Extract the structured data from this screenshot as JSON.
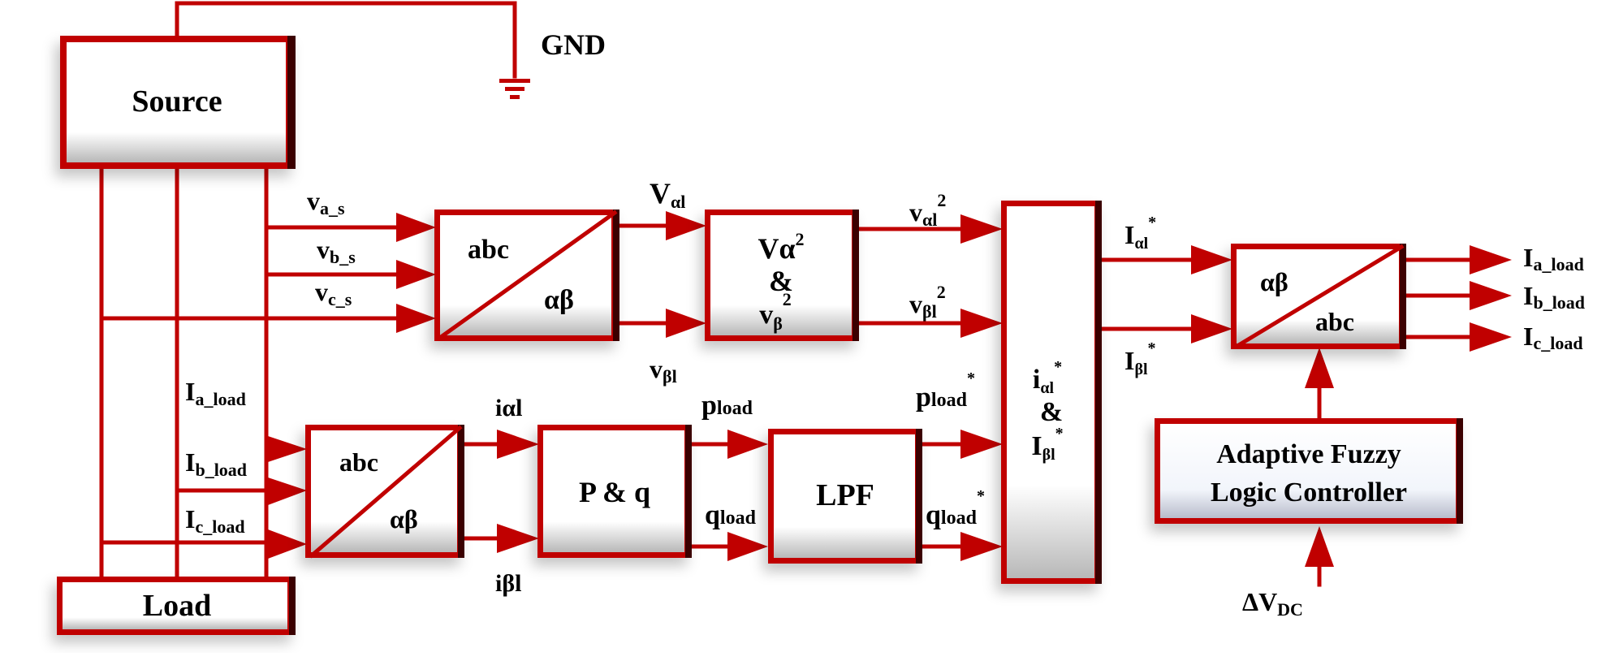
{
  "colors": {
    "wire": "#c00000",
    "block_border": "#c00000",
    "block_shadow": "#3a0000",
    "text": "#000000",
    "background": "#ffffff"
  },
  "blocks": {
    "source": {
      "label": "Source"
    },
    "load": {
      "label": "Load"
    },
    "abc_ab_voltage": {
      "top": "abc",
      "bottom": "αβ"
    },
    "v_square": {
      "line1": "Vα",
      "line1_sup": "2",
      "line2": "&",
      "line3": "v",
      "line3_sub": "β",
      "line3_sup": "2"
    },
    "abc_ab_current": {
      "top": "abc",
      "bottom": "αβ"
    },
    "pq": {
      "label": "P & q"
    },
    "lpf": {
      "label": "LPF"
    },
    "ref_current": {
      "line1": "i",
      "line1_sub": "αl",
      "line1_sup": "*",
      "line2": "&",
      "line3": "I",
      "line3_sub": "βl",
      "line3_sup": "*"
    },
    "ab_abc": {
      "top": "αβ",
      "bottom": "abc"
    },
    "fuzzy": {
      "line1": "Adaptive Fuzzy",
      "line2": "Logic Controller"
    }
  },
  "ground": {
    "label": "GND"
  },
  "signals": {
    "va_s": {
      "main": "v",
      "sub": "a_s"
    },
    "vb_s": {
      "main": "v",
      "sub": "b_s"
    },
    "vc_s": {
      "main": "v",
      "sub": "c_s"
    },
    "ia_load_in": {
      "main": "I",
      "sub": "a_load"
    },
    "ib_load_in": {
      "main": "I",
      "sub": "b_load"
    },
    "ic_load_in": {
      "main": "I",
      "sub": "c_load"
    },
    "v_alpha_l": {
      "main": "V",
      "sub": "αl"
    },
    "v_beta_l": {
      "main": "v",
      "sub": "βl"
    },
    "v_alpha_l_sq": {
      "main": "v",
      "sub": "αl",
      "sup": "2"
    },
    "v_beta_l_sq": {
      "main": "v",
      "sub": "βl",
      "sup": "2"
    },
    "i_alpha_l": {
      "main": "iαl"
    },
    "i_beta_l": {
      "main": "iβl"
    },
    "p_load": {
      "main": "p",
      "sub": "load"
    },
    "q_load": {
      "main": "q",
      "sub": "load"
    },
    "p_load_star": {
      "main": "p",
      "sub": "load",
      "sup": "*"
    },
    "q_load_star": {
      "main": "q",
      "sub": "load",
      "sup": "*"
    },
    "I_alpha_l_star": {
      "main": "I",
      "sub": "αl",
      "sup": "*"
    },
    "I_beta_l_star": {
      "main": "I",
      "sub": "βl",
      "sup": "*"
    },
    "ia_load_out": {
      "main": "I",
      "sub": "a_load"
    },
    "ib_load_out": {
      "main": "I",
      "sub": "b_load"
    },
    "ic_load_out": {
      "main": "I",
      "sub": "c_load"
    },
    "delta_vdc": {
      "main": "ΔV",
      "sub": "DC"
    }
  }
}
